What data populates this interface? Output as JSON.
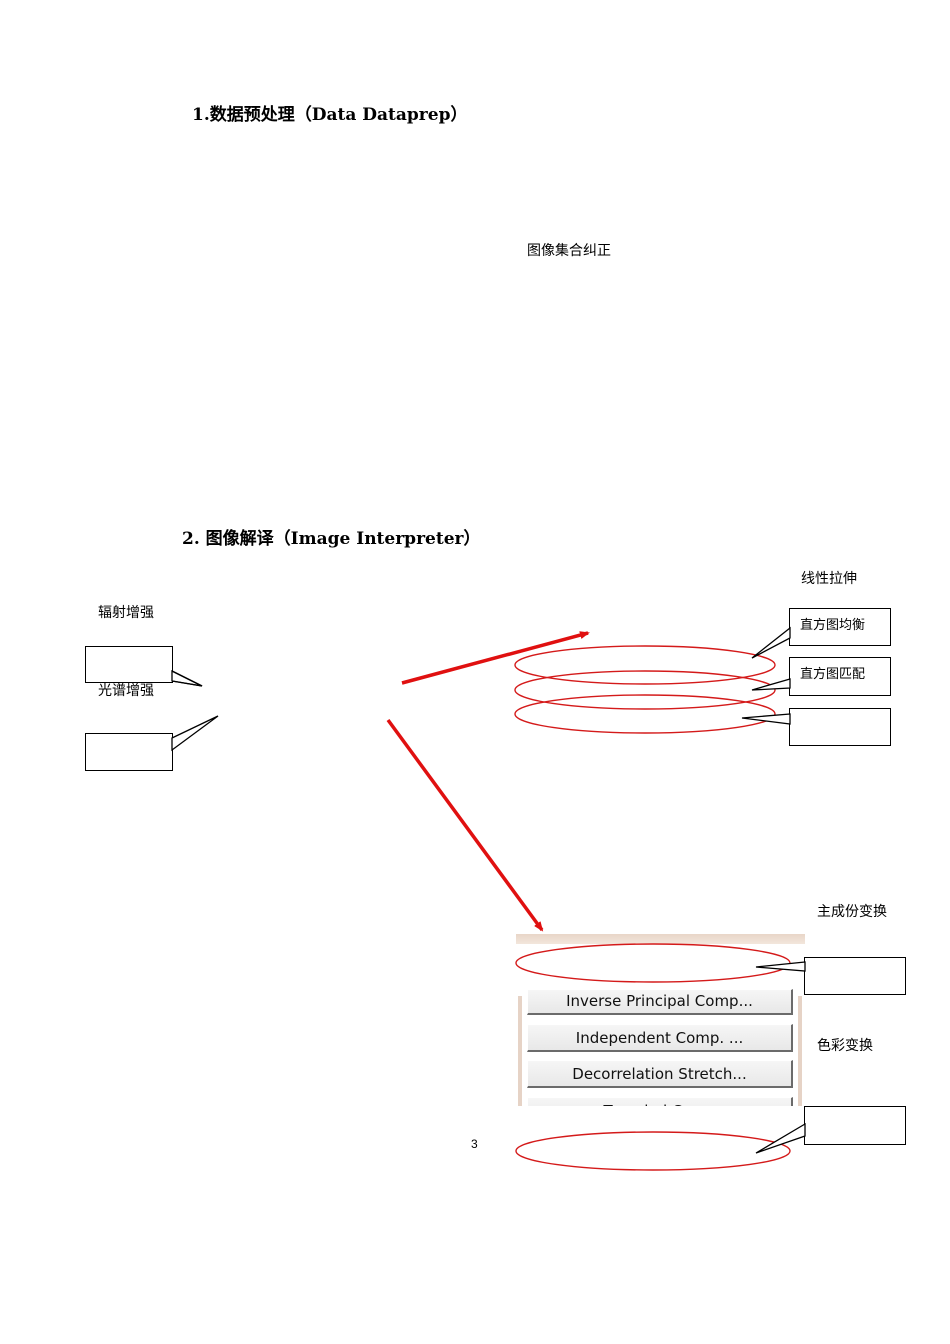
{
  "section1": {
    "title": "1.数据预处理（Data Dataprep）",
    "label_image_geocorrect": "图像集合纠正"
  },
  "section2": {
    "title": "2. 图像解译（Image Interpreter）",
    "label_radiometric": "辐射增强",
    "label_spectral": "光谱增强",
    "label_linear_stretch": "线性拉伸",
    "callout_histogram_eq": "直方图均衡",
    "callout_histogram_match": "直方图匹配",
    "callout_empty": "",
    "label_pca": "主成份变换",
    "label_color_transform": "色彩变换"
  },
  "menu": {
    "items": [
      "Inverse Principal Comp...",
      "Independent Comp. ...",
      "Decorrelation Stretch...",
      "Tasseled Cap..."
    ]
  },
  "colors": {
    "arrow": "#e01010",
    "ellipse": "#d41a1a",
    "menu_accent": "#e6d3c6"
  },
  "footer": {
    "page_number": "3"
  }
}
